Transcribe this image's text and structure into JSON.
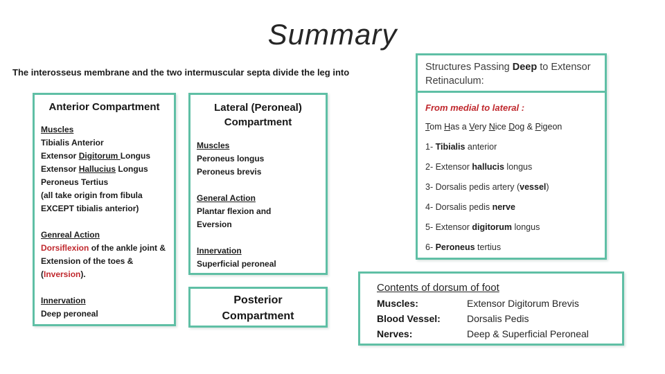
{
  "colors": {
    "border": "#5fbfa5",
    "red": "#c0282d"
  },
  "slide": {
    "title": "Summary",
    "subtitle": "The interosseus membrane and the two intermuscular septa divide the leg into"
  },
  "anterior": {
    "title": "Anterior Compartment",
    "muscles_heading": "Muscles",
    "muscle1": "Tibialis Anterior",
    "muscle2_pre": "Extensor ",
    "muscle2_u": "Digitorum ",
    "muscle2_post": "Longus",
    "muscle3_pre": "Extensor ",
    "muscle3_u": "Hallucius",
    "muscle3_post": " Longus",
    "muscle4": "Peroneus Tertius",
    "note_line1": "(all take origin from fibula",
    "note_line2": "EXCEPT tibialis anterior)",
    "action_heading": "Genreal Action",
    "action_red1": "Dorsiflexion",
    "action_mid": " of the ankle joint & Extension of the toes & (",
    "action_red2": "Inversion",
    "action_end": ").",
    "innervation_heading": "Innervation",
    "innervation": "Deep peroneal"
  },
  "lateral": {
    "title_line1": "Lateral (Peroneal)",
    "title_line2": "Compartment",
    "muscles_heading": "Muscles",
    "muscle1": "Peroneus longus",
    "muscle2": "Peroneus brevis",
    "action_heading": "General Action",
    "action_line1": "Plantar flexion and",
    "action_line2": "Eversion",
    "innervation_heading": "Innervation",
    "innervation": "Superficial peroneal"
  },
  "posterior": {
    "title_line1": "Posterior",
    "title_line2": "Compartment"
  },
  "retinaculum": {
    "header_pre": "Structures Passing ",
    "header_bold": "Deep",
    "header_post": " to Extensor Retinaculum:",
    "order_label": "From medial to lateral :",
    "mnemonic": [
      {
        "t": "T",
        "u": true
      },
      {
        "t": "om "
      },
      {
        "t": "H",
        "u": true
      },
      {
        "t": "as a "
      },
      {
        "t": "V",
        "u": true
      },
      {
        "t": "ery "
      },
      {
        "t": "N",
        "u": true
      },
      {
        "t": "ice "
      },
      {
        "t": "D",
        "u": true
      },
      {
        "t": "og & "
      },
      {
        "t": "P",
        "u": true
      },
      {
        "t": "igeon"
      }
    ],
    "items": [
      {
        "pre": "1- ",
        "bold": "Tibialis",
        "post": " anterior"
      },
      {
        "pre": "2- Extensor ",
        "bold": "hallucis",
        "post": " longus"
      },
      {
        "pre": "3- Dorsalis pedis artery (",
        "bold": "vessel",
        "post": ")"
      },
      {
        "pre": "4- Dorsalis pedis ",
        "bold": "nerve",
        "post": ""
      },
      {
        "pre": "5- Extensor ",
        "bold": "digitorum",
        "post": " longus"
      },
      {
        "pre": "6- ",
        "bold": "Peroneus",
        "post": " tertius"
      }
    ]
  },
  "dorsum": {
    "title": "Contents of dorsum of foot",
    "rows": [
      {
        "label": "Muscles:",
        "value": "Extensor Digitorum Brevis"
      },
      {
        "label": "Blood Vessel:",
        "value": "Dorsalis Pedis"
      },
      {
        "label": "Nerves:",
        "value": "Deep & Superficial Peroneal"
      }
    ]
  }
}
